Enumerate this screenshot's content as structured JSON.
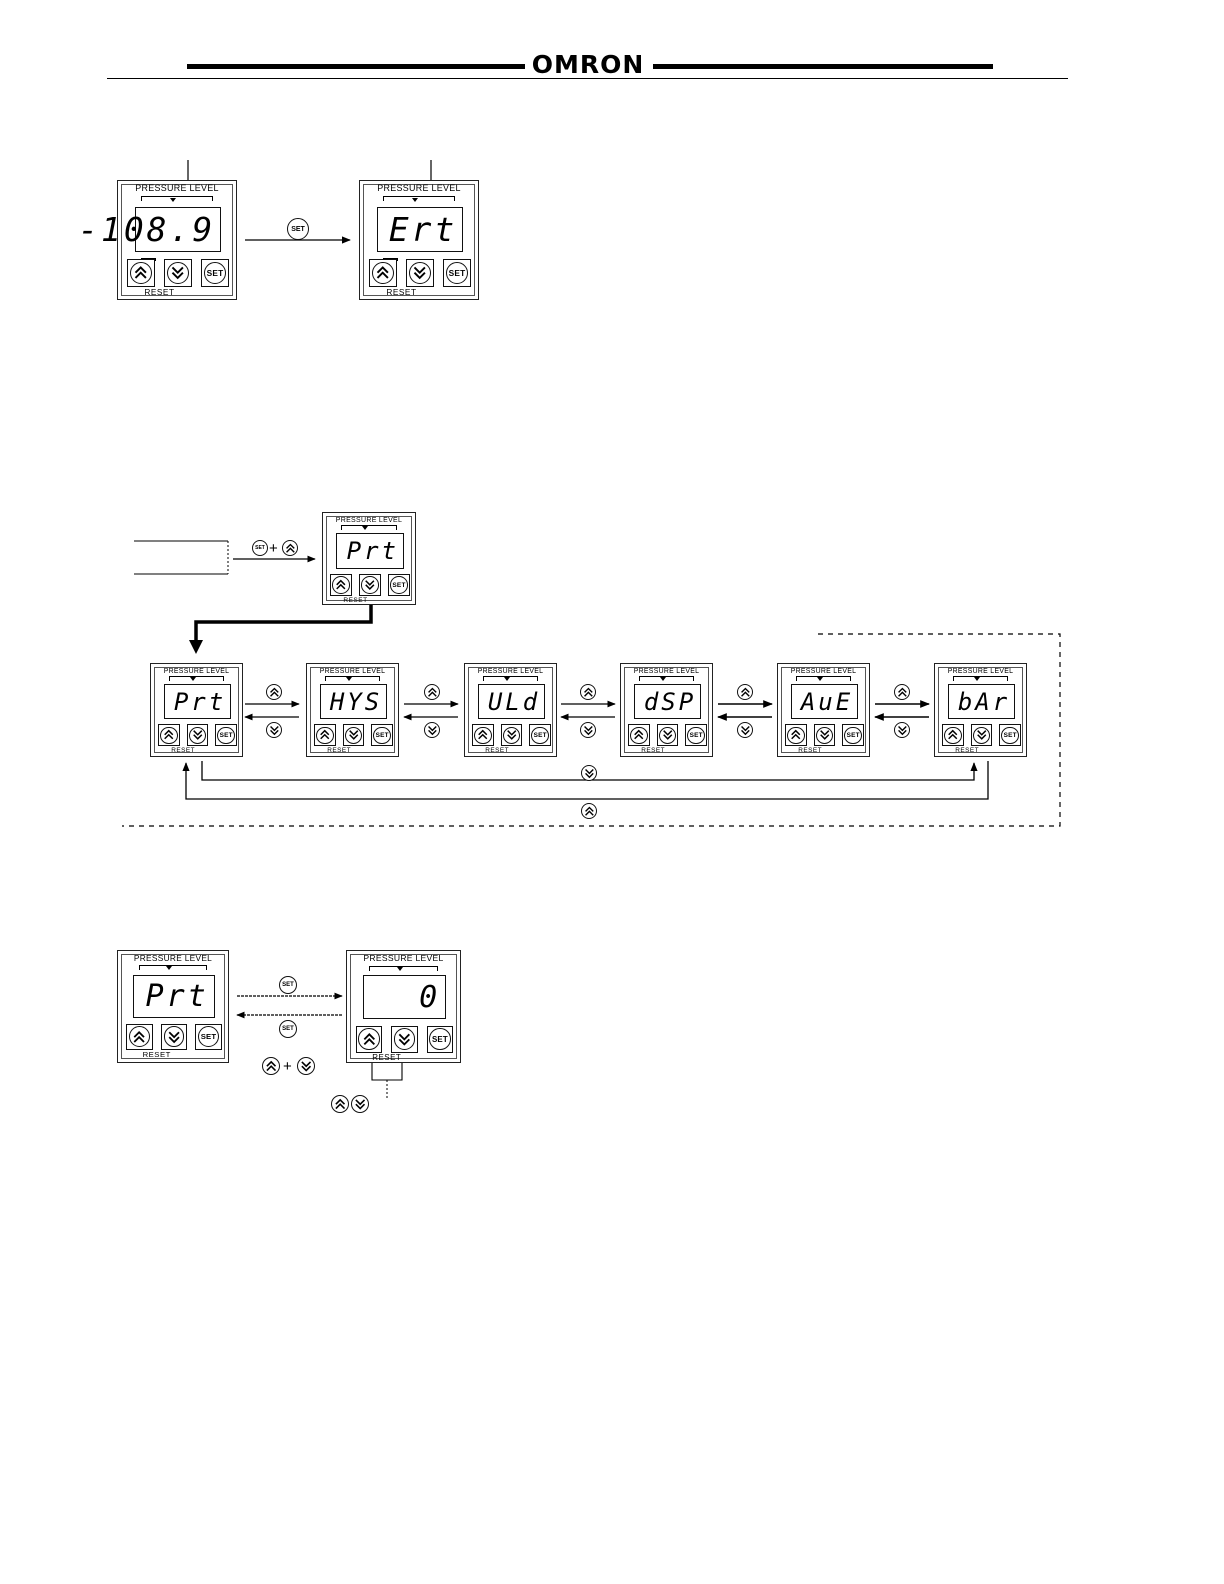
{
  "header": {
    "brand": "OMRON"
  },
  "device": {
    "label": "PRESSURE LEVEL",
    "reset_label": "RESET",
    "set_label": "SET"
  },
  "key_icons": {
    "set": "SET",
    "up": "up-double-chevron-icon",
    "down": "down-double-chevron-icon"
  },
  "section_1": {
    "display_before": "-108.9",
    "display_after": "Ert"
  },
  "section_2": {
    "start_display": "Prt",
    "cycle": [
      {
        "id": "prt",
        "display": "Prt"
      },
      {
        "id": "hys",
        "display": "HYS"
      },
      {
        "id": "uld",
        "display": "ULd"
      },
      {
        "id": "dsp",
        "display": "dSP"
      },
      {
        "id": "ave",
        "display": "AuE"
      },
      {
        "id": "bar",
        "display": "bAr"
      }
    ]
  },
  "section_3": {
    "display_left": "Prt",
    "display_right": "0"
  }
}
